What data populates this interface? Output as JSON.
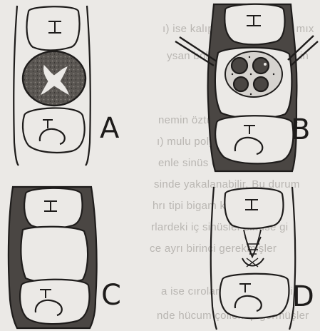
{
  "panels": [
    {
      "id": "A",
      "label": "A"
    },
    {
      "id": "B",
      "label": "B"
    },
    {
      "id": "C",
      "label": "C"
    },
    {
      "id": "D",
      "label": "D"
    }
  ],
  "background_text": [
    "ı) ise kalıplar bulunanamış mıx",
    "ysan boklaranı tuluntulersi in",
    "nemin öztüpikleri sinaser ise",
    "ı) mulu polyform yamalaşma",
    "enle sinüs oçinoloğulu veya",
    "sinde yakalanabilir. Bu durum",
    "hrı tipi bigam kağıdım olup",
    "rlardeki iç sinüsler sinüse gi",
    "ce ayrı birinci gerekmişler",
    "a ise cırolarla, sinüs birinci",
    "nde hücum çollonup görmüşler"
  ],
  "colors": {
    "ink": "#1e1c1b",
    "paper": "#ebe9e6",
    "shade": "#4a4643",
    "bleed": "#b9b6b2"
  }
}
